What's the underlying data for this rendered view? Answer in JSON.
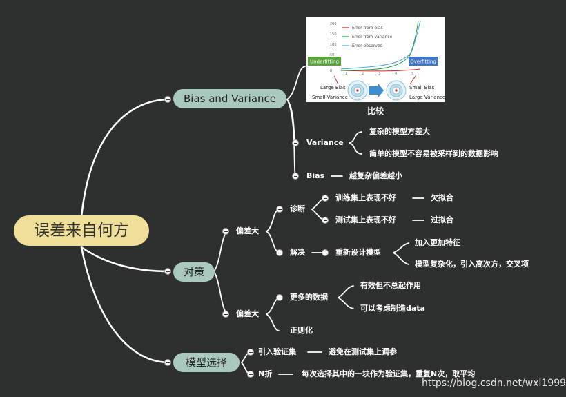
{
  "root": {
    "label": "误差来自何方"
  },
  "branches": {
    "bias_variance": {
      "label": "Bias and Variance",
      "figure": {
        "legend": [
          "Error from bias",
          "Error from variance",
          "Error observed"
        ],
        "y_ticks": [
          "200",
          "150",
          "100",
          "50",
          "0"
        ],
        "x_ticks": [
          "1",
          "2",
          "3",
          "4",
          "5"
        ],
        "underfitting": "Underfitting",
        "overfitting": "Overfitting",
        "left_top": "Large Bias",
        "left_bottom": "Small Variance",
        "right_top": "Small Bias",
        "right_bottom": "Large Variance",
        "colors": {
          "bias": "#d42020",
          "variance": "#1a9a3a",
          "observed": "#4aa0e0",
          "under": "#5aa33a",
          "over": "#3f77c4"
        }
      },
      "caption": "比较",
      "variance": {
        "label": "Variance",
        "items": [
          "复杂的模型方差大",
          "简单的模型不容易被采样到的数据影响"
        ]
      },
      "bias": {
        "label": "Bias",
        "item": "越复杂偏差越小"
      }
    },
    "strategy": {
      "label": "对策",
      "bias_big": {
        "label": "偏差大",
        "diagnose": {
          "label": "诊断",
          "train": {
            "label": "训练集上表现不好",
            "result": "欠拟合"
          },
          "test": {
            "label": "测试集上表现不好",
            "result": "过拟合"
          }
        },
        "solve": {
          "label": "解决",
          "redesign": {
            "label": "重新设计模型",
            "items": [
              "加入更加特征",
              "模型复杂化，引入高次方，交叉项"
            ]
          }
        }
      },
      "variance_big": {
        "label": "偏差大",
        "more_data": {
          "label": "更多的数据",
          "items": [
            "有效但不总起作用",
            "可以考虑制造data"
          ]
        },
        "regularization": "正则化"
      }
    },
    "model_selection": {
      "label": "模型选择",
      "validation": {
        "label": "引入验证集",
        "item": "避免在测试集上调参"
      },
      "nfold": {
        "label": "N折",
        "item": "每次选择其中的一块作为验证集，重复N次，取平均"
      }
    }
  },
  "watermark": "https://blog.csdn.net/wxl1999"
}
